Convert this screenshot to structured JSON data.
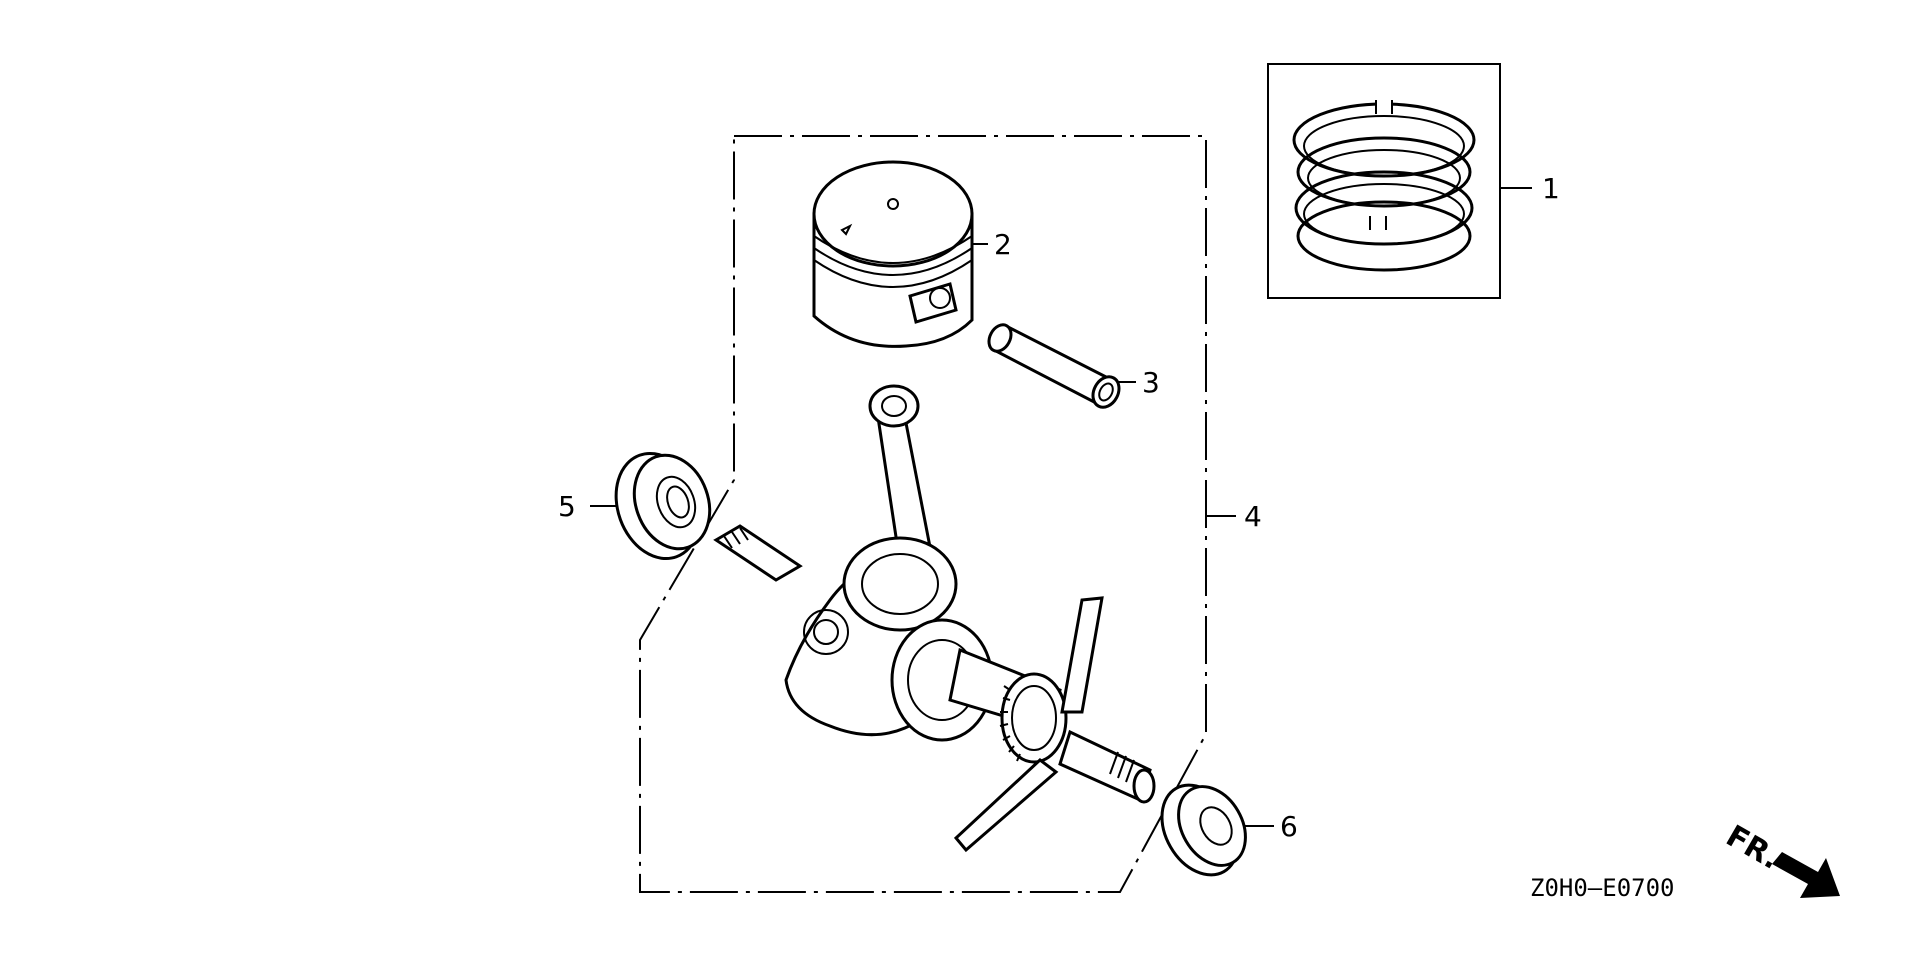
{
  "diagram": {
    "parts": [
      {
        "callout": "1",
        "icon": "piston-ring-set-icon"
      },
      {
        "callout": "2",
        "icon": "piston-icon"
      },
      {
        "callout": "3",
        "icon": "piston-pin-icon"
      },
      {
        "callout": "4",
        "icon": "crankshaft-assembly-icon"
      },
      {
        "callout": "5",
        "icon": "oil-seal-icon"
      },
      {
        "callout": "6",
        "icon": "oil-seal-icon"
      }
    ],
    "diagram_code": "Z0H0—E0700",
    "front_label": "FR."
  }
}
